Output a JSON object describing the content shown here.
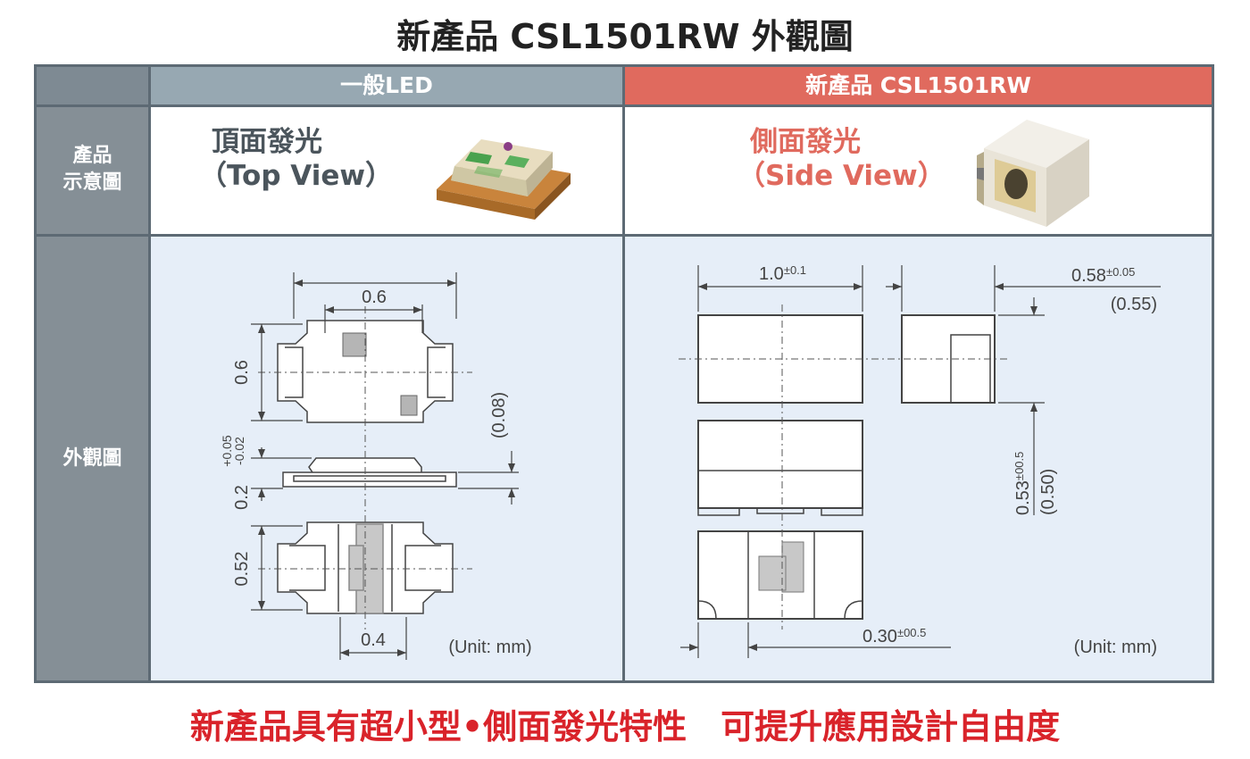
{
  "title": "新產品 CSL1501RW 外觀圖",
  "header": {
    "left": "一般LED",
    "right": "新產品 CSL1501RW"
  },
  "rows": {
    "product_diagram_1": "產品",
    "product_diagram_2": "示意圖",
    "exterior": "外觀圖"
  },
  "left_view": {
    "line1": "頂面發光",
    "line2": "（Top View）",
    "dims": {
      "top_width": "0.6",
      "height": "0.6",
      "thickness_base": "0.2",
      "tol_plus": "+0.05",
      "tol_minus": "-0.02",
      "step": "(0.08)",
      "bottom_height": "0.52",
      "bottom_width": "0.4"
    },
    "unit": "(Unit: mm)"
  },
  "right_view": {
    "line1": "側面發光",
    "line2": "（Side View）",
    "dims": {
      "width_base": "1.0",
      "width_tol": "±0.1",
      "depth_base": "0.58",
      "depth_tol": "±0.05",
      "depth_ref": "(0.55)",
      "height_base": "0.53",
      "height_tol": "±00.5",
      "height_ref": "(0.50)",
      "pad_base": "0.30",
      "pad_tol": "±00.5"
    },
    "unit": "(Unit: mm)"
  },
  "footer": "新產品具有超小型•側面發光特性　可提升應用設計自由度",
  "colors": {
    "accent_red": "#e06a5e",
    "footer_red": "#d9232a",
    "header_gray": "#97a8b2",
    "label_gray": "#858f96",
    "drawing_bg": "#e6eef8"
  }
}
